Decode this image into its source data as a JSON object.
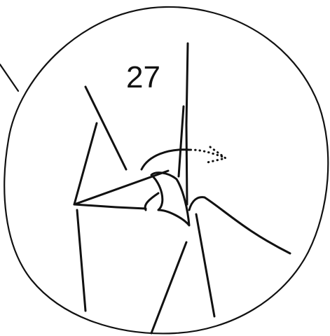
{
  "diagram": {
    "step_number": "27",
    "ink_color": "#111111",
    "background_color": "#ffffff",
    "elements": [
      "detail-circle",
      "leader-line",
      "folded-paper-model",
      "rotation-arrow"
    ]
  }
}
